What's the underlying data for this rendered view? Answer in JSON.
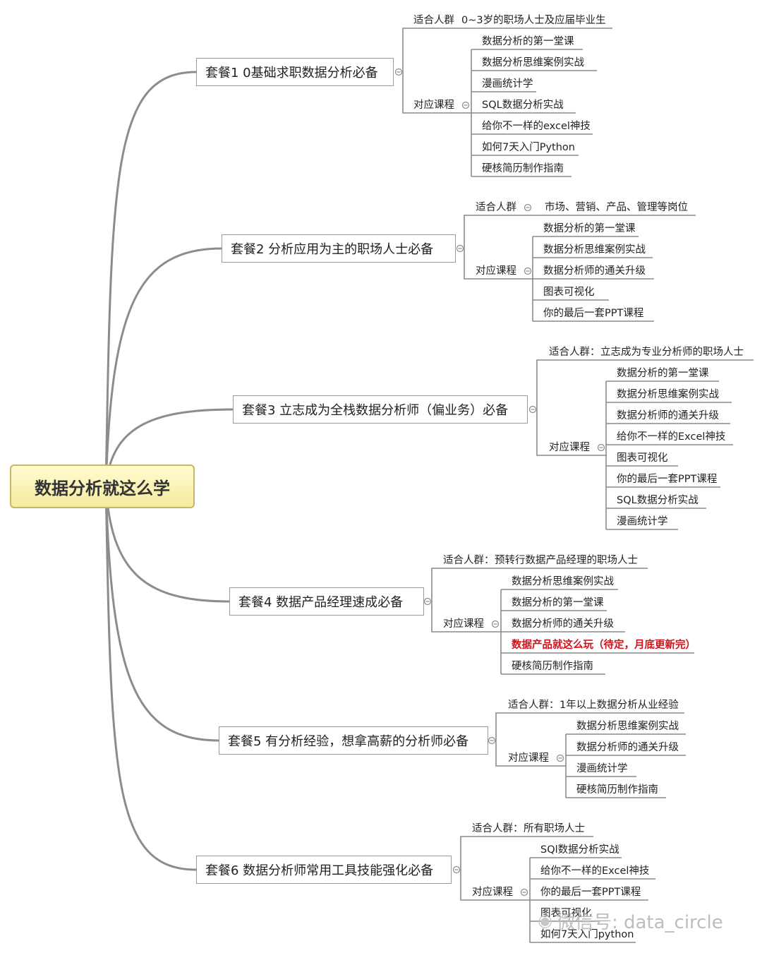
{
  "root": {
    "label": "数据分析就这么学"
  },
  "packages": [
    {
      "title": "套餐1  0基础求职数据分析必备",
      "audience_label": "适合人群",
      "audience": "0~3岁的职场人士及应届毕业生",
      "courses_label": "对应课程",
      "courses": [
        "数据分析的第一堂课",
        "数据分析思维案例实战",
        "漫画统计学",
        "SQL数据分析实战",
        "给你不一样的excel神技",
        "如何7天入门Python",
        "硬核简历制作指南"
      ]
    },
    {
      "title": "套餐2  分析应用为主的职场人士必备",
      "audience_label": "适合人群",
      "audience": "市场、营销、产品、管理等岗位",
      "courses_label": "对应课程",
      "courses": [
        "数据分析的第一堂课",
        "数据分析思维案例实战",
        "数据分析师的通关升级",
        "图表可视化",
        "你的最后一套PPT课程"
      ]
    },
    {
      "title": "套餐3 立志成为全栈数据分析师（偏业务）必备",
      "audience_label": "适合人群：",
      "audience": "立志成为专业分析师的职场人士",
      "courses_label": "对应课程",
      "courses": [
        "数据分析的第一堂课",
        "数据分析思维案例实战",
        "数据分析师的通关升级",
        "给你不一样的Excel神技",
        "图表可视化",
        "你的最后一套PPT课程",
        "SQL数据分析实战",
        "漫画统计学"
      ]
    },
    {
      "title": "套餐4  数据产品经理速成必备",
      "audience_label": "适合人群：",
      "audience": "预转行数据产品经理的职场人士",
      "courses_label": "对应课程",
      "courses": [
        "数据分析思维案例实战",
        "数据分析的第一堂课",
        "数据分析师的通关升级",
        "数据产品就这么玩（待定，月底更新完）",
        "硬核简历制作指南"
      ],
      "highlight_color": "#d0121b"
    },
    {
      "title": "套餐5 有分析经验，想拿高薪的分析师必备",
      "audience_label": "适合人群：",
      "audience": "1年以上数据分析从业经验",
      "courses_label": "对应课程",
      "courses": [
        "数据分析思维案例实战",
        "数据分析师的通关升级",
        "漫画统计学",
        "硬核简历制作指南"
      ]
    },
    {
      "title": "套餐6  数据分析师常用工具技能强化必备",
      "audience_label": "适合人群：",
      "audience": "所有职场人士",
      "courses_label": "对应课程",
      "courses": [
        "SQl数据分析实战",
        "给你不一样的Excel神技",
        "你的最后一套PPT课程",
        "图表可视化",
        "如何7天入门python"
      ]
    }
  ],
  "watermark": {
    "text": "微信号: data_circle",
    "icon": "wechat-icon"
  }
}
